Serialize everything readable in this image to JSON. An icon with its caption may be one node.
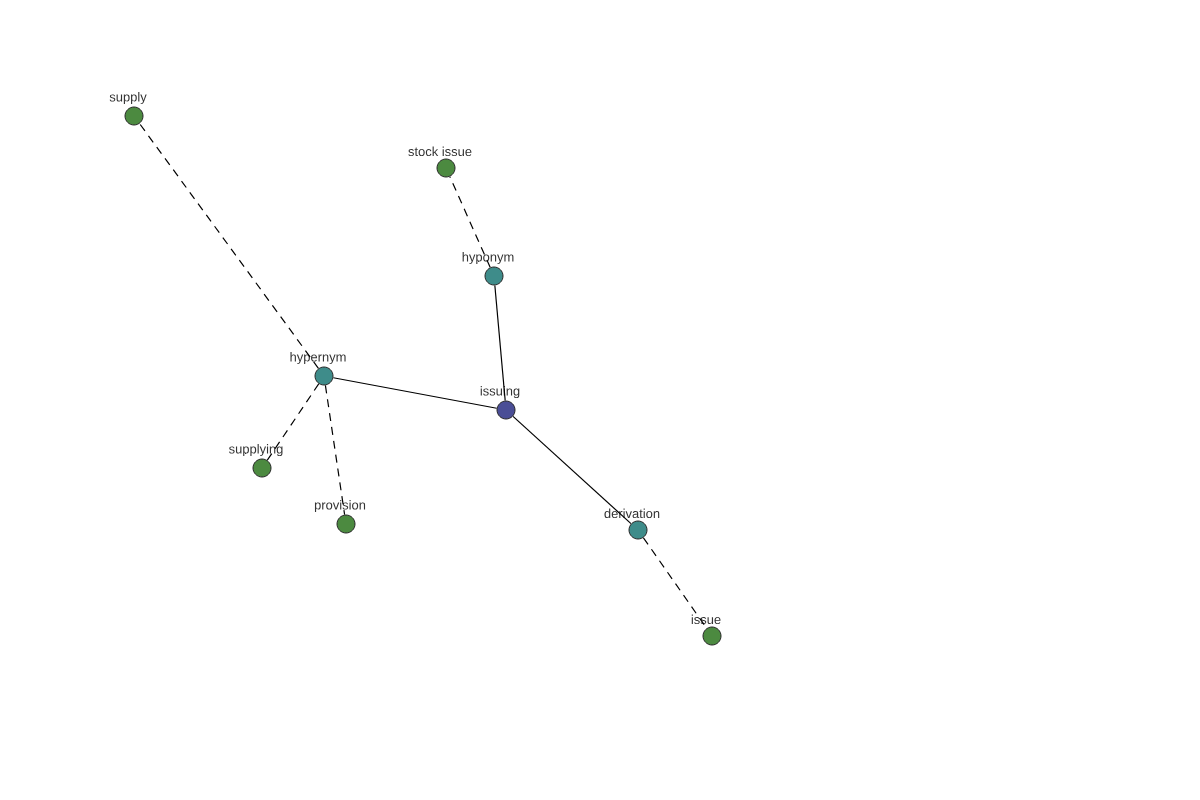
{
  "diagram": {
    "nodes": [
      {
        "text": [
          "issuing"
        ]
      },
      {
        "text": [
          "hypernym"
        ]
      },
      {
        "text": [
          "hyponym"
        ]
      },
      {
        "text": [
          "derivation"
        ]
      },
      {
        "text": [
          "supply"
        ]
      },
      {
        "text": [
          "supplying"
        ]
      },
      {
        "text": [
          "provision"
        ]
      },
      {
        "text": [
          "stock issue"
        ]
      },
      {
        "text": [
          "issue"
        ]
      }
    ],
    "edges": [
      {
        "from": 0,
        "to": 1,
        "arrow": "none"
      },
      {
        "from": 0,
        "to": 2,
        "arrow": "none"
      },
      {
        "from": 0,
        "to": 3,
        "arrow": "none"
      },
      {
        "from": 1,
        "to": 4,
        "arrow": "none",
        "style": "dashed"
      },
      {
        "from": 1,
        "to": 5,
        "arrow": "none",
        "style": "dashed"
      },
      {
        "from": 1,
        "to": 6,
        "arrow": "none",
        "style": "dashed"
      },
      {
        "from": 2,
        "to": 7,
        "arrow": "none",
        "style": "dashed"
      },
      {
        "from": 3,
        "to": 8,
        "arrow": "none",
        "style": "dashed"
      }
    ]
  }
}
